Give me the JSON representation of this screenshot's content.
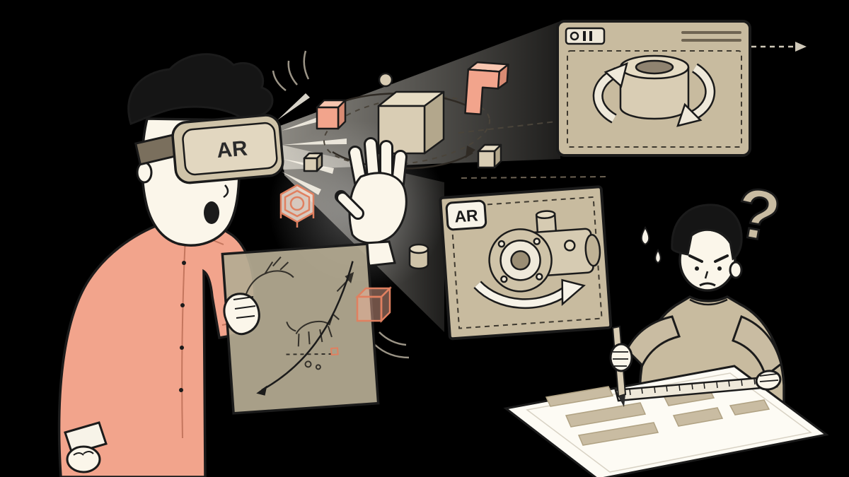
{
  "scene": {
    "description": "Concept illustration contrasting an engineer using an AR headset to view holographic 3D machine parts with a confused engineer measuring a paper blueprint with a ruler and pencil",
    "background": "#000000",
    "labels": {
      "headset_label": "AR",
      "badge_label": "AR",
      "question_mark": "?"
    },
    "colors": {
      "coral": "#F2A48C",
      "coral_dark": "#D98B73",
      "coral_light": "#F8C6B0",
      "tan": "#C8BB9F",
      "tan_light": "#E2D7C0",
      "tan_mid": "#CFC3A8",
      "tan_dark": "#9A8D74",
      "cream": "#F7F3E8",
      "paper": "#FDFBF4",
      "ink": "#1B1B1B",
      "hair": "#151515",
      "dash": "#4A443A",
      "dash_light": "#CFC8B8"
    },
    "icons": {
      "window_controls": "record-and-bars icon (O||)",
      "rotation_left": "curved rotate arrow",
      "rotation_right": "curved rotate arrow",
      "orbit": "dashed orbit ellipse with arrows",
      "question": "question mark",
      "sweat": "sweat drops"
    }
  }
}
